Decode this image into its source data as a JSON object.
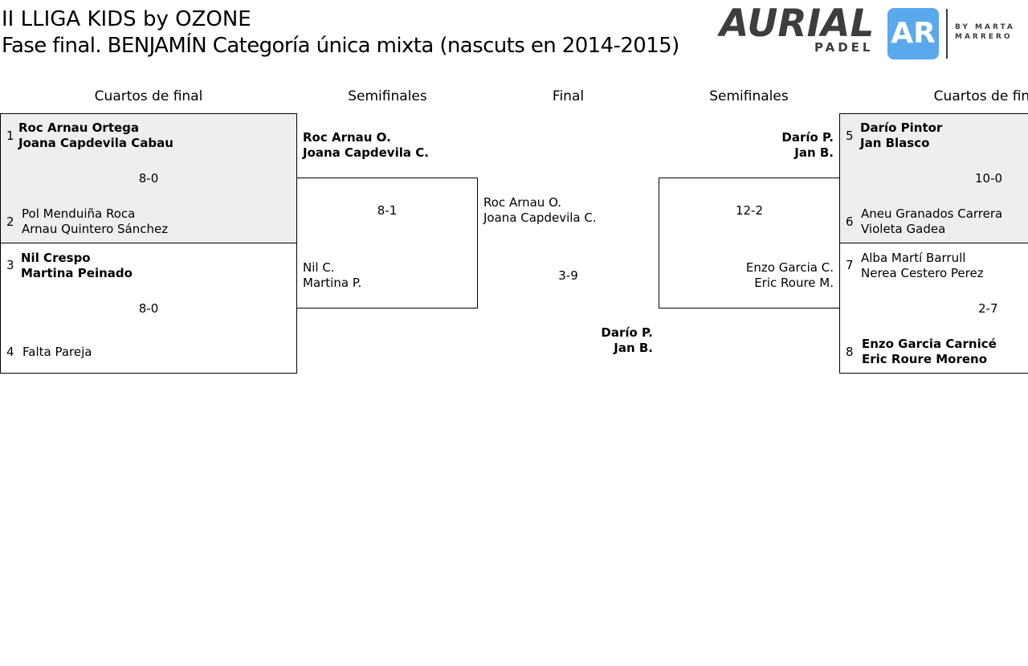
{
  "title": "II LLIGA KIDS by OZONE",
  "subtitle": "Fase final. BENJAMÍN Categoría única mixta (nascuts en 2014-2015)",
  "logo": {
    "word": "AURIAL",
    "sub": "PADEL",
    "badge": "AR",
    "by_line1": "BY MARTA",
    "by_line2": "MARRERO"
  },
  "headers": {
    "left_quarters": "Cuartos de final",
    "left_semis": "Semifinales",
    "final": "Final",
    "right_semis": "Semifinales",
    "right_quarters": "Cuartos de final"
  },
  "quarters_left": [
    {
      "top": {
        "seed": "1",
        "line1": "Roc Arnau Ortega",
        "line2": "Joana Capdevila Cabau"
      },
      "score": "8-0",
      "bottom": {
        "seed": "2",
        "line1": "Pol Menduiña Roca",
        "line2": "Arnau Quintero Sánchez"
      }
    },
    {
      "top": {
        "seed": "3",
        "line1": "Nil Crespo",
        "line2": "Martina Peinado"
      },
      "score": "8-0",
      "bottom": {
        "seed": "4",
        "line1": "Falta Pareja"
      }
    }
  ],
  "semi_left": {
    "top": {
      "line1": "Roc Arnau O.",
      "line2": "Joana Capdevila C."
    },
    "score": "8-1",
    "bottom": {
      "line1": "Nil C.",
      "line2": "Martina P."
    }
  },
  "final": {
    "top": {
      "line1": "Roc Arnau O.",
      "line2": "Joana Capdevila C."
    },
    "score": "3-9",
    "bottom": {
      "line1": "Darío P.",
      "line2": "Jan B."
    }
  },
  "semi_right": {
    "top": {
      "line1": "Darío P.",
      "line2": "Jan B."
    },
    "score": "12-2",
    "bottom": {
      "line1": "Enzo Garcia C.",
      "line2": "Eric Roure M."
    }
  },
  "quarters_right": [
    {
      "top": {
        "seed": "5",
        "line1": "Darío Pintor",
        "line2": "Jan Blasco"
      },
      "score": "10-0",
      "bottom": {
        "seed": "6",
        "line1": "Aneu Granados Carrera",
        "line2": "Violeta Gadea"
      }
    },
    {
      "top": {
        "seed": "7",
        "line1": "Alba Martí Barrull",
        "line2": "Nerea Cestero Perez"
      },
      "score": "2-7",
      "bottom": {
        "seed": "8",
        "line1": "Enzo Garcia Carnicé",
        "line2": "Eric Roure Moreno"
      }
    }
  ]
}
